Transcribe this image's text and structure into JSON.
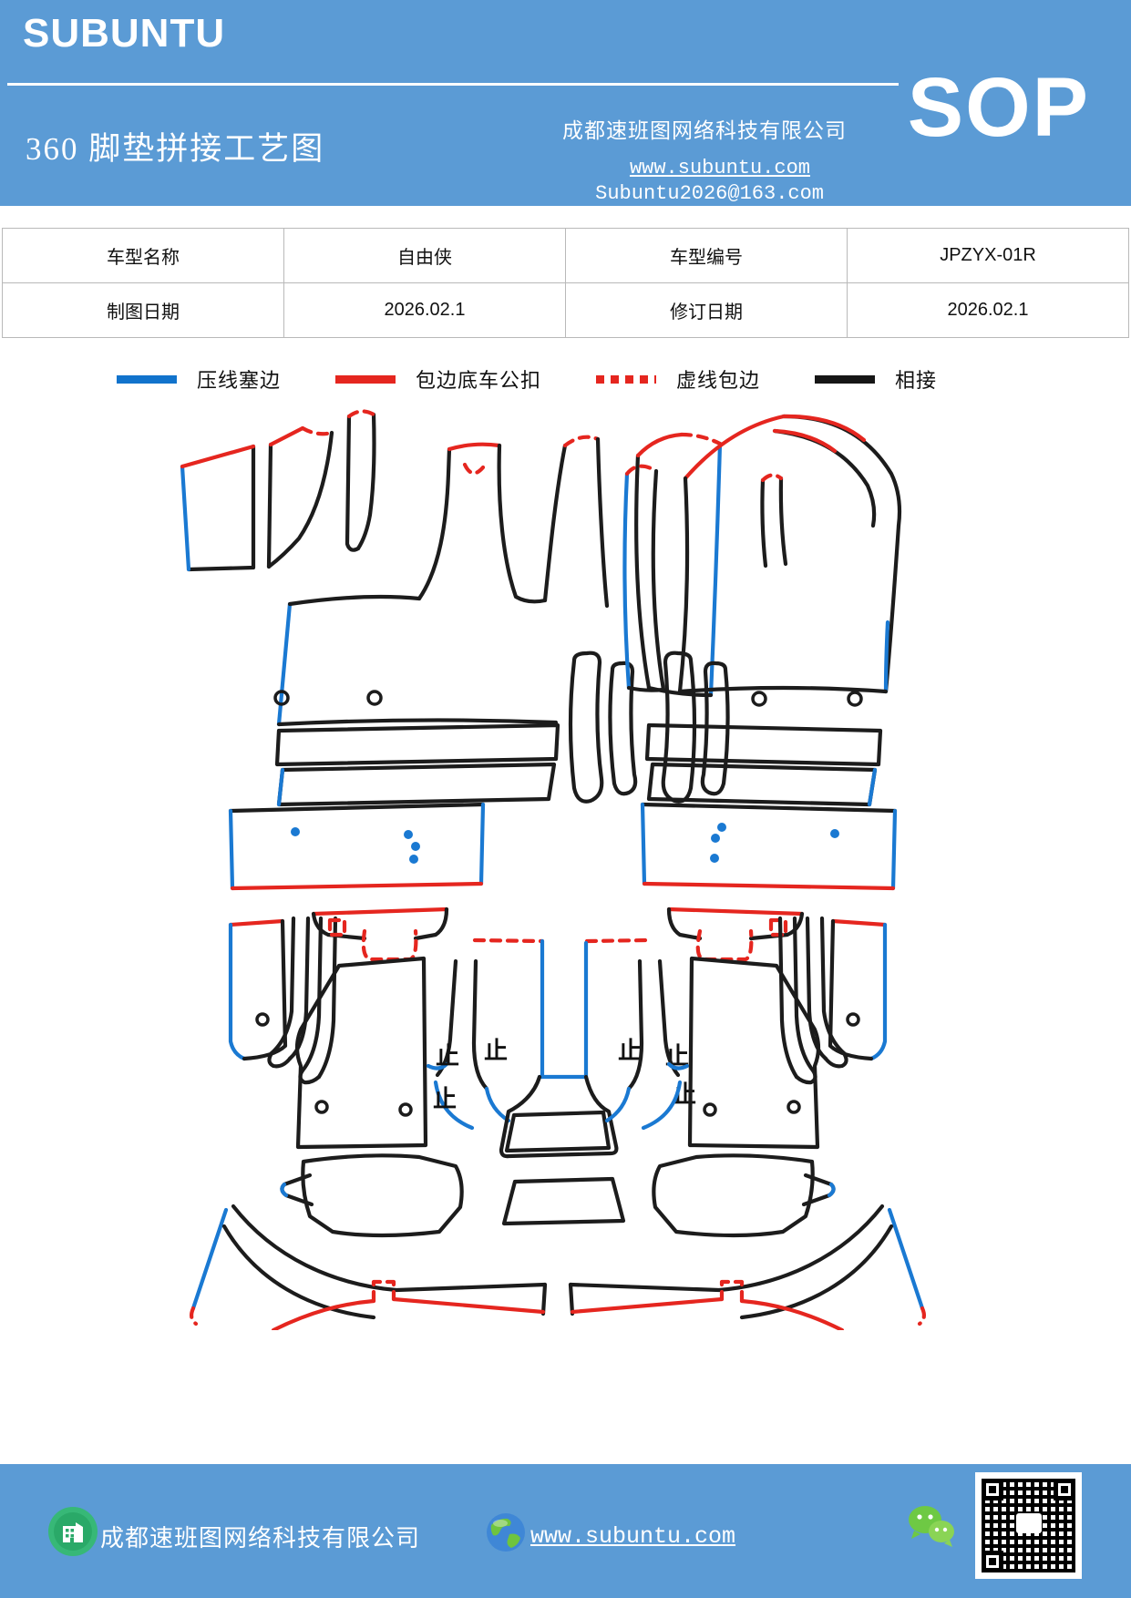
{
  "header": {
    "brand": "SUBUNTU",
    "title": "360 脚垫拼接工艺图",
    "company": "成都速班图网络科技有限公司",
    "website": "www.subuntu.com",
    "email": "Subuntu2026@163.com",
    "badge": "SOP"
  },
  "info_table": {
    "rows": [
      [
        "车型名称",
        "自由侠",
        "车型编号",
        "JPZYX-01R"
      ],
      [
        "制图日期",
        "2026.02.1",
        "修订日期",
        "2026.02.1"
      ]
    ]
  },
  "legend": {
    "items": [
      {
        "label": "压线塞边",
        "style": "solid",
        "color": "#1173cc"
      },
      {
        "label": "包边底车公扣",
        "style": "solid",
        "color": "#e5261f"
      },
      {
        "label": "虚线包边",
        "style": "dashed",
        "color": "#e5261f"
      },
      {
        "label": "相接",
        "style": "solid",
        "color": "#161616"
      }
    ]
  },
  "diagram": {
    "stop_mark": "止",
    "sections": [
      "front-floor-mats",
      "rear-floor-mats"
    ],
    "line_meanings": {
      "blue": "压线塞边",
      "red": "包边底车公扣",
      "red_dashed": "虚线包边",
      "black": "相接"
    }
  },
  "footer": {
    "company": "成都速班图网络科技有限公司",
    "website": "www.subuntu.com",
    "icons": [
      "building-icon",
      "globe-icon",
      "wechat-icon",
      "qr-code"
    ]
  },
  "colors": {
    "band_blue": "#5b9bd5",
    "line_blue": "#1a79d2",
    "line_red": "#e5261f",
    "line_black": "#1c1c1c"
  }
}
